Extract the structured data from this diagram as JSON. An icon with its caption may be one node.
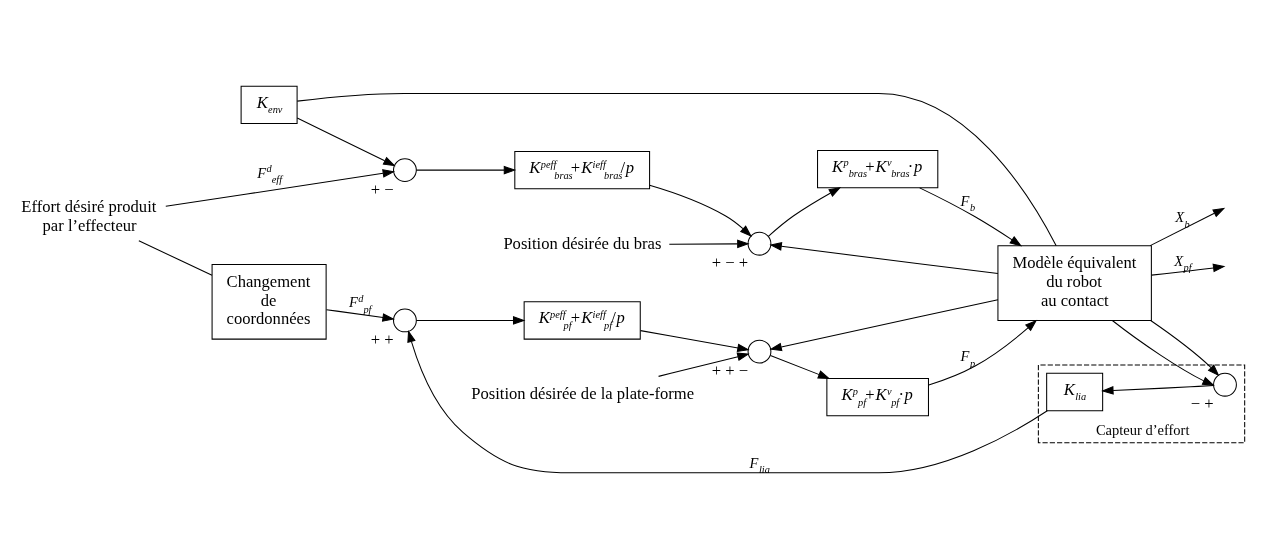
{
  "diagram": {
    "nodes": [
      {
        "text": [
          "*K*$_{env}$"
        ]
      },
      {
        "text": [
          "Effort désiré produit par l’effecteur"
        ]
      },
      {
        "text": [],
        "shape": "circle",
        "beside": [
          "+",
          "−"
        ]
      },
      {
        "text": [
          "*K*$^{peff}$$_{bras}$+*K*$^{ieff}$$_{bras}$/*p*"
        ]
      },
      {
        "text": [],
        "shape": "circle",
        "beside": [
          "+",
          "−",
          "+"
        ]
      },
      {
        "text": [
          "*K*$^{p}$$_{bras}$+*K*$^{v}$$_{bras}$·*p*"
        ]
      },
      {
        "text": [
          "Position désirée du bras"
        ]
      },
      {
        "text": [
          "Changement de coordonnées"
        ]
      },
      {
        "text": [
          "Modèle équivalent du robot au contact"
        ]
      },
      {
        "text": [
          "Position désirée de la plate-forme"
        ]
      },
      {
        "text": [],
        "shape": "circle",
        "beside": [
          "+",
          "+"
        ]
      },
      {
        "text": [
          "*K*$^{peff}$$_{pf}$+*K*$^{ieff}$$_{pf}$/*p*"
        ]
      },
      {
        "text": [],
        "shape": "circle",
        "beside": [
          "+",
          "+",
          "−"
        ]
      },
      {
        "text": [
          "*K*$^{p}$$_{pf}$+*K*$^{v}$$_{pf}$·*p*"
        ]
      },
      {
        "text": [
          "Capteur d’effort"
        ]
      },
      {
        "text": [
          "*K*$_{lia}$"
        ],
        "in": 14
      },
      {
        "text": [],
        "shape": "circle",
        "in": 14,
        "beside": [
          "−",
          "+"
        ]
      }
    ],
    "edges": [
      {
        "from": 1,
        "to": 2,
        "arrow": "to",
        "label": "*F*$^{d}$$_{eff}$"
      },
      {
        "from": 1,
        "to": 7,
        "arrow": "none"
      },
      {
        "from": 0,
        "to": 2,
        "arrow": "to"
      },
      {
        "from": 2,
        "to": 3,
        "arrow": "to"
      },
      {
        "from": 3,
        "to": 4,
        "arrow": "to"
      },
      {
        "from": 8,
        "to": 0,
        "arrow": "none"
      },
      {
        "from": 8,
        "to": 4,
        "arrow": "to"
      },
      {
        "from": 6,
        "to": 4,
        "arrow": "to"
      },
      {
        "from": 4,
        "to": 5,
        "arrow": "to"
      },
      {
        "from": 5,
        "to": 8,
        "arrow": "to",
        "label": "*F*$_{b}$"
      },
      {
        "from": 8,
        "to": null,
        "arrow": "to",
        "label": "*X*$_{b}$"
      },
      {
        "from": 8,
        "to": 16,
        "arrow": "to"
      },
      {
        "from": 7,
        "to": 10,
        "arrow": "to",
        "label": "*F*$^{d}$$_{pf}$"
      },
      {
        "from": 10,
        "to": 11,
        "arrow": "to"
      },
      {
        "from": 11,
        "to": 12,
        "arrow": "to"
      },
      {
        "from": 9,
        "to": 12,
        "arrow": "to"
      },
      {
        "from": 12,
        "to": 13,
        "arrow": "to"
      },
      {
        "from": 13,
        "to": 8,
        "arrow": "to",
        "label": "*F*$_{p}$"
      },
      {
        "from": 8,
        "to": null,
        "arrow": "to",
        "label": "*X*$_{pf}$"
      },
      {
        "from": 8,
        "to": 12,
        "arrow": "to"
      },
      {
        "from": 8,
        "to": 16,
        "arrow": "to"
      },
      {
        "from": 16,
        "to": 15,
        "arrow": "to"
      },
      {
        "from": 15,
        "to": 10,
        "arrow": "to",
        "label": "*F*$_{lia}$"
      }
    ]
  }
}
